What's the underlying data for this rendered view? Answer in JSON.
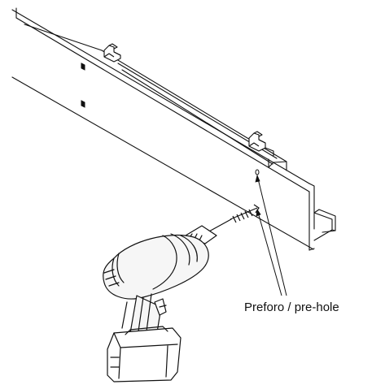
{
  "diagram": {
    "callout": {
      "text": "Preforo / pre-hole"
    },
    "colors": {
      "line": "#111111",
      "background": "#ffffff",
      "tool_body": "#f2f2f2",
      "tool_dark": "#222222"
    },
    "parts": [
      "rail-profile",
      "mounting-clip",
      "screw",
      "cordless-drill",
      "pre-hole"
    ]
  }
}
